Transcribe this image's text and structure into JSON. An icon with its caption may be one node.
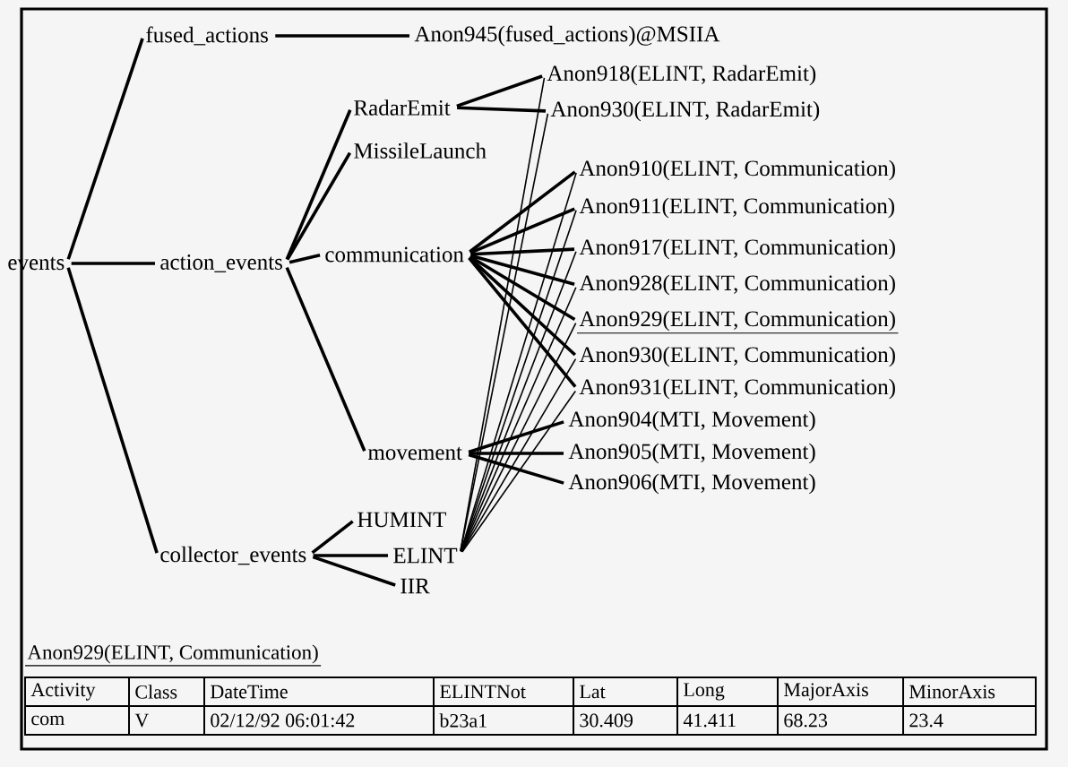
{
  "diagram": {
    "nodes": [
      {
        "text": [
          "events"
        ]
      },
      {
        "text": [
          "fused_actions"
        ]
      },
      {
        "text": [
          "action_events"
        ]
      },
      {
        "text": [
          "collector_events"
        ]
      },
      {
        "text": [
          "Anon945(fused_actions)@MSIIA"
        ]
      },
      {
        "text": [
          "RadarEmit"
        ]
      },
      {
        "text": [
          "MissileLaunch"
        ]
      },
      {
        "text": [
          "communication"
        ]
      },
      {
        "text": [
          "movement"
        ]
      },
      {
        "text": [
          "Anon918(ELINT, RadarEmit)"
        ]
      },
      {
        "text": [
          "Anon930(ELINT, RadarEmit)"
        ]
      },
      {
        "text": [
          "Anon910(ELINT, Communication)"
        ]
      },
      {
        "text": [
          "Anon911(ELINT, Communication)"
        ]
      },
      {
        "text": [
          "Anon917(ELINT, Communication)"
        ]
      },
      {
        "text": [
          "Anon928(ELINT, Communication)"
        ]
      },
      {
        "text": [
          "Anon929(ELINT, Communication)"
        ]
      },
      {
        "text": [
          "Anon930(ELINT, Communication)"
        ]
      },
      {
        "text": [
          "Anon931(ELINT, Communication)"
        ]
      },
      {
        "text": [
          "Anon904(MTI, Movement)"
        ]
      },
      {
        "text": [
          "Anon905(MTI, Movement)"
        ]
      },
      {
        "text": [
          "Anon906(MTI, Movement)"
        ]
      },
      {
        "text": [
          "HUMINT"
        ]
      },
      {
        "text": [
          "ELINT"
        ]
      },
      {
        "text": [
          "IIR"
        ]
      }
    ],
    "edges": [
      {
        "from": 0,
        "to": 1,
        "arrow": "none"
      },
      {
        "from": 0,
        "to": 2,
        "arrow": "none"
      },
      {
        "from": 0,
        "to": 3,
        "arrow": "none"
      },
      {
        "from": 1,
        "to": 4,
        "arrow": "none"
      },
      {
        "from": 2,
        "to": 5,
        "arrow": "none"
      },
      {
        "from": 2,
        "to": 6,
        "arrow": "none"
      },
      {
        "from": 2,
        "to": 7,
        "arrow": "none"
      },
      {
        "from": 2,
        "to": 8,
        "arrow": "none"
      },
      {
        "from": 5,
        "to": 9,
        "arrow": "none"
      },
      {
        "from": 5,
        "to": 10,
        "arrow": "none"
      },
      {
        "from": 7,
        "to": 11,
        "arrow": "none"
      },
      {
        "from": 7,
        "to": 12,
        "arrow": "none"
      },
      {
        "from": 7,
        "to": 13,
        "arrow": "none"
      },
      {
        "from": 7,
        "to": 14,
        "arrow": "none"
      },
      {
        "from": 7,
        "to": 15,
        "arrow": "none"
      },
      {
        "from": 7,
        "to": 16,
        "arrow": "none"
      },
      {
        "from": 7,
        "to": 17,
        "arrow": "none"
      },
      {
        "from": 8,
        "to": 18,
        "arrow": "none"
      },
      {
        "from": 8,
        "to": 19,
        "arrow": "none"
      },
      {
        "from": 8,
        "to": 20,
        "arrow": "none"
      },
      {
        "from": 3,
        "to": 21,
        "arrow": "none"
      },
      {
        "from": 3,
        "to": 22,
        "arrow": "none"
      },
      {
        "from": 3,
        "to": 23,
        "arrow": "none"
      },
      {
        "from": 22,
        "to": 9,
        "arrow": "none"
      },
      {
        "from": 22,
        "to": 10,
        "arrow": "none"
      },
      {
        "from": 22,
        "to": 11,
        "arrow": "none"
      },
      {
        "from": 22,
        "to": 12,
        "arrow": "none"
      },
      {
        "from": 22,
        "to": 13,
        "arrow": "none"
      },
      {
        "from": 22,
        "to": 14,
        "arrow": "none"
      },
      {
        "from": 22,
        "to": 15,
        "arrow": "none"
      },
      {
        "from": 22,
        "to": 16,
        "arrow": "none"
      },
      {
        "from": 22,
        "to": 17,
        "arrow": "none"
      }
    ],
    "labels": [
      "Anon929(ELINT, Communication)",
      "Activity",
      "Class",
      "DateTime",
      "ELINTNot",
      "Lat",
      "Long",
      "MajorAxis",
      "MinorAxis",
      "com",
      "V",
      "02/12/92 06:01:42",
      "b23a1",
      "30.409",
      "41.411",
      "68.23",
      "23.4"
    ]
  }
}
